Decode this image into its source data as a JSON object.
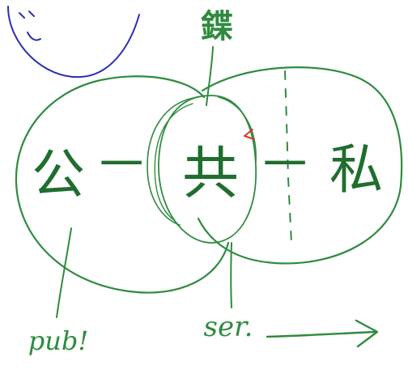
{
  "canvas": {
    "background": "#ffffff"
  },
  "labels": {
    "top_char": "鍱",
    "left_word": "公",
    "center_word": "共",
    "right_word": "私",
    "dash_left": "一",
    "dash_right": "一",
    "bottom_left": "pub!",
    "bottom_center": "ser."
  },
  "colors": {
    "green_ink": "#2e8b3e",
    "dark_green_ink": "#1f6e2e",
    "blue_ink": "#2b2fb3",
    "red_ink": "#d63a2a"
  },
  "icons": {
    "arrow": "right-arrow-icon",
    "caret": "caret-icon"
  }
}
